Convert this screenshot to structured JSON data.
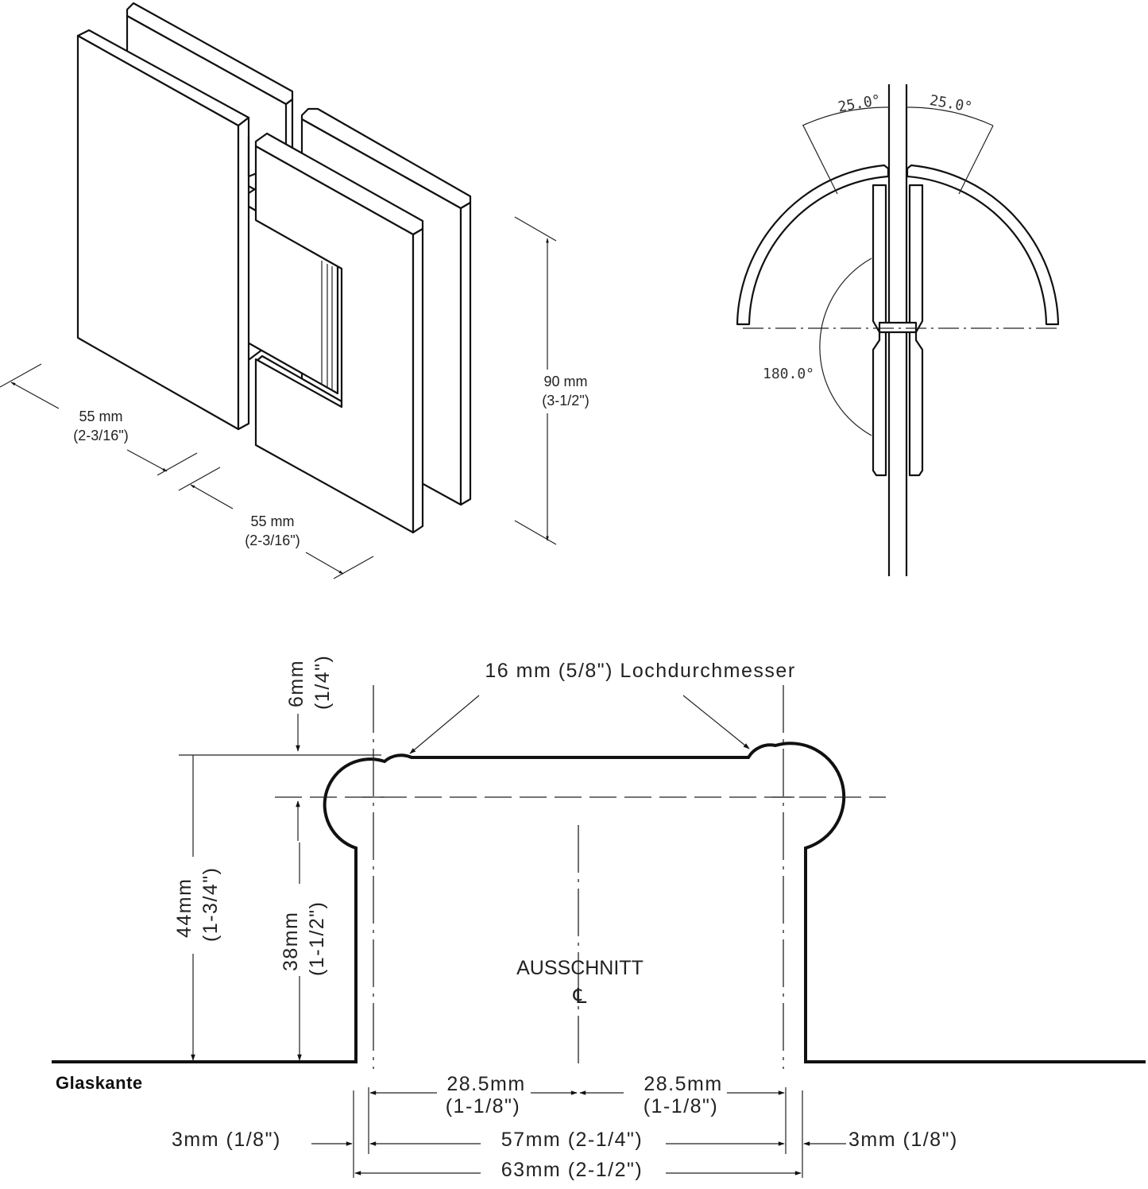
{
  "iso_view": {
    "width_left": {
      "mm": "55 mm",
      "inch": "(2-3/16\")"
    },
    "width_right": {
      "mm": "55 mm",
      "inch": "(2-3/16\")"
    },
    "height": {
      "mm": "90 mm",
      "inch": "(3-1/2\")"
    }
  },
  "rotation_view": {
    "angle_left": "25.0°",
    "angle_right": "25.0°",
    "angle_swing": "180.0°"
  },
  "cutout_view": {
    "hole_label": "16 mm (5/8\") Lochdurchmesser",
    "top_offset": {
      "mm": "6mm",
      "inch": "(1/4\")"
    },
    "total_height": {
      "mm": "44mm",
      "inch": "(1-3/4\")"
    },
    "center_height": {
      "mm": "38mm",
      "inch": "(1-1/2\")"
    },
    "cutout_label": "AUSSCHNITT",
    "centerline_symbol": "℄",
    "glass_edge_label": "Glaskante",
    "half_left": {
      "mm": "28.5mm",
      "inch": "(1-1/8\")"
    },
    "half_right": {
      "mm": "28.5mm",
      "inch": "(1-1/8\")"
    },
    "clearance_left": "3mm (1/8\")",
    "clearance_right": "3mm (1/8\")",
    "inner_width": {
      "mm": "57mm",
      "inch": "(2-1/4\")"
    },
    "outer_width": {
      "mm": "63mm",
      "inch": "(2-1/2\")"
    }
  }
}
